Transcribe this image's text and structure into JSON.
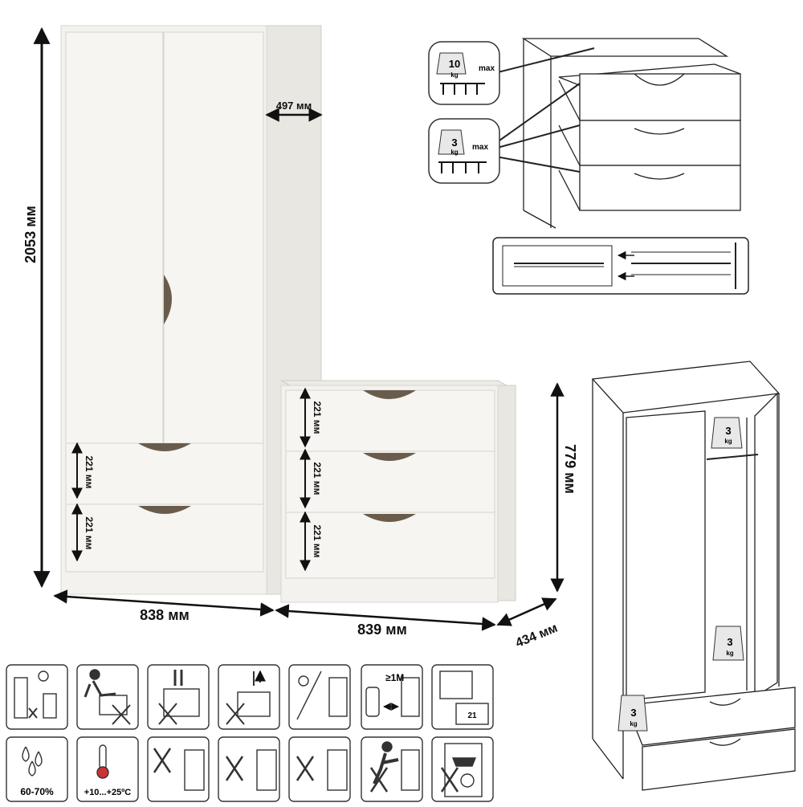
{
  "dimensions": {
    "wardrobe_height": "2053 мм",
    "wardrobe_depth": "497 мм",
    "wardrobe_width": "838 мм",
    "dresser_width": "839 мм",
    "dresser_depth": "434 мм",
    "dresser_height": "779 мм",
    "drawer_height": "221 мм"
  },
  "load_limits": {
    "top_load_value": "10",
    "drawer_load_value": "3",
    "unit": "kg",
    "max_label": "max"
  },
  "icons": {
    "humidity_label": "60-70%",
    "temperature_label": "+10...+25ºC",
    "distance_label": "≥1М",
    "calendar_number": "21"
  },
  "colors": {
    "board": "#f3f2ee",
    "board_edge": "#dedbd3",
    "handle": "#6a5c4d",
    "line": "#222222",
    "icon_stroke": "#333333"
  }
}
